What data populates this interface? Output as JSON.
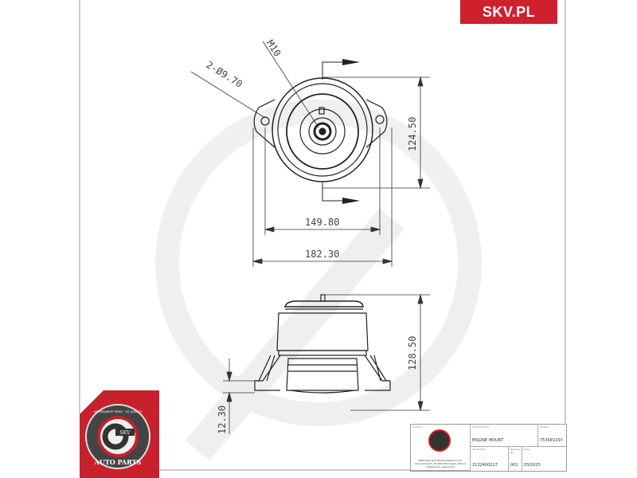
{
  "brand": {
    "label": "SKV.PL",
    "color": "#d0202e"
  },
  "drawing": {
    "top_view": {
      "hole_callout": "2-Ø9.70",
      "thread_callout": "M10",
      "height_dim": "124.50",
      "hole_spacing_dim": "149.80",
      "overall_width_dim": "182.30"
    },
    "side_view": {
      "overall_height_dim": "128.50",
      "flange_thickness_dim": "12.30"
    }
  },
  "logo": {
    "top_text": "AFTERMARKET PRICE · OE QUALITY",
    "center_text": "SKV",
    "bottom_text": "AUTO PARTS",
    "color": "#c8202c"
  },
  "title_block": {
    "importer_label": "Importer",
    "importer_text": "ESEN Wojciech Wichlaczewski S.K.A. Poprzeczna 65, 87-800 Włocławek, Poland info@skv.pl, www.skv.pl",
    "product_name_label": "Product name",
    "product_name": "ENGINE MOUNT",
    "symbol_label": "Symbol",
    "symbol": "753SKV297",
    "oe_number_label": "OE Number",
    "oe_number": "2132400217",
    "drawing_no_label": "Drawing No.",
    "drawing_no": "001",
    "date_label": "Date",
    "date": "03/2025"
  }
}
